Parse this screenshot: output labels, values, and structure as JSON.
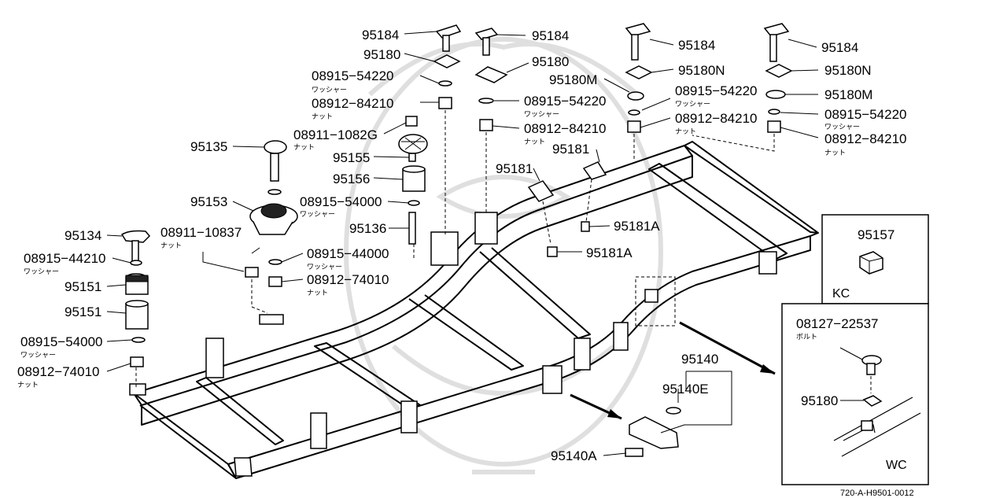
{
  "diagram": {
    "labels": [
      {
        "text": "95184"
      },
      {
        "text": "95180"
      },
      {
        "text": "08915−54220",
        "note": "ワッシャー"
      },
      {
        "text": "08912−84210",
        "note": "ナット"
      },
      {
        "text": "08911−1082G",
        "note": "ナット"
      },
      {
        "text": "95135"
      },
      {
        "text": "95155"
      },
      {
        "text": "95156"
      },
      {
        "text": "08915−54000",
        "note": "ワッシャー"
      },
      {
        "text": "95153"
      },
      {
        "text": "95136"
      },
      {
        "text": "08911−10837",
        "note": "ナット"
      },
      {
        "text": "95134"
      },
      {
        "text": "08915−44210",
        "note": "ワッシャー"
      },
      {
        "text": "95151"
      },
      {
        "text": "95151"
      },
      {
        "text": "08915−54000",
        "note": "ワッシャー"
      },
      {
        "text": "08912−74010",
        "note": "ナット"
      },
      {
        "text": "08915−44000",
        "note": "ワッシャー"
      },
      {
        "text": "08912−74010",
        "note": "ナット"
      },
      {
        "text": "95184"
      },
      {
        "text": "95180"
      },
      {
        "text": "08915−54220",
        "note": "ワッシャー"
      },
      {
        "text": "08912−84210",
        "note": "ナット"
      },
      {
        "text": "95181"
      },
      {
        "text": "95181"
      },
      {
        "text": "95181A"
      },
      {
        "text": "95181A"
      },
      {
        "text": "95184"
      },
      {
        "text": "95180N"
      },
      {
        "text": "95180M"
      },
      {
        "text": "08915−54220",
        "note": "ワッシャー"
      },
      {
        "text": "08912−84210",
        "note": "ナット"
      },
      {
        "text": "95184"
      },
      {
        "text": "95180N"
      },
      {
        "text": "95180M"
      },
      {
        "text": "08915−54220",
        "note": "ワッシャー"
      },
      {
        "text": "08912−84210",
        "note": "ナット"
      },
      {
        "text": "95140"
      },
      {
        "text": "95140E"
      },
      {
        "text": "95140A"
      }
    ]
  },
  "insets": {
    "kc": {
      "title": "KC",
      "part": "95157"
    },
    "wc": {
      "title": "WC",
      "bolt": "08127−22537",
      "bolt_note": "ボルト",
      "nut": "95180"
    }
  },
  "footer": {
    "code": "720-A-H9501-0012"
  }
}
